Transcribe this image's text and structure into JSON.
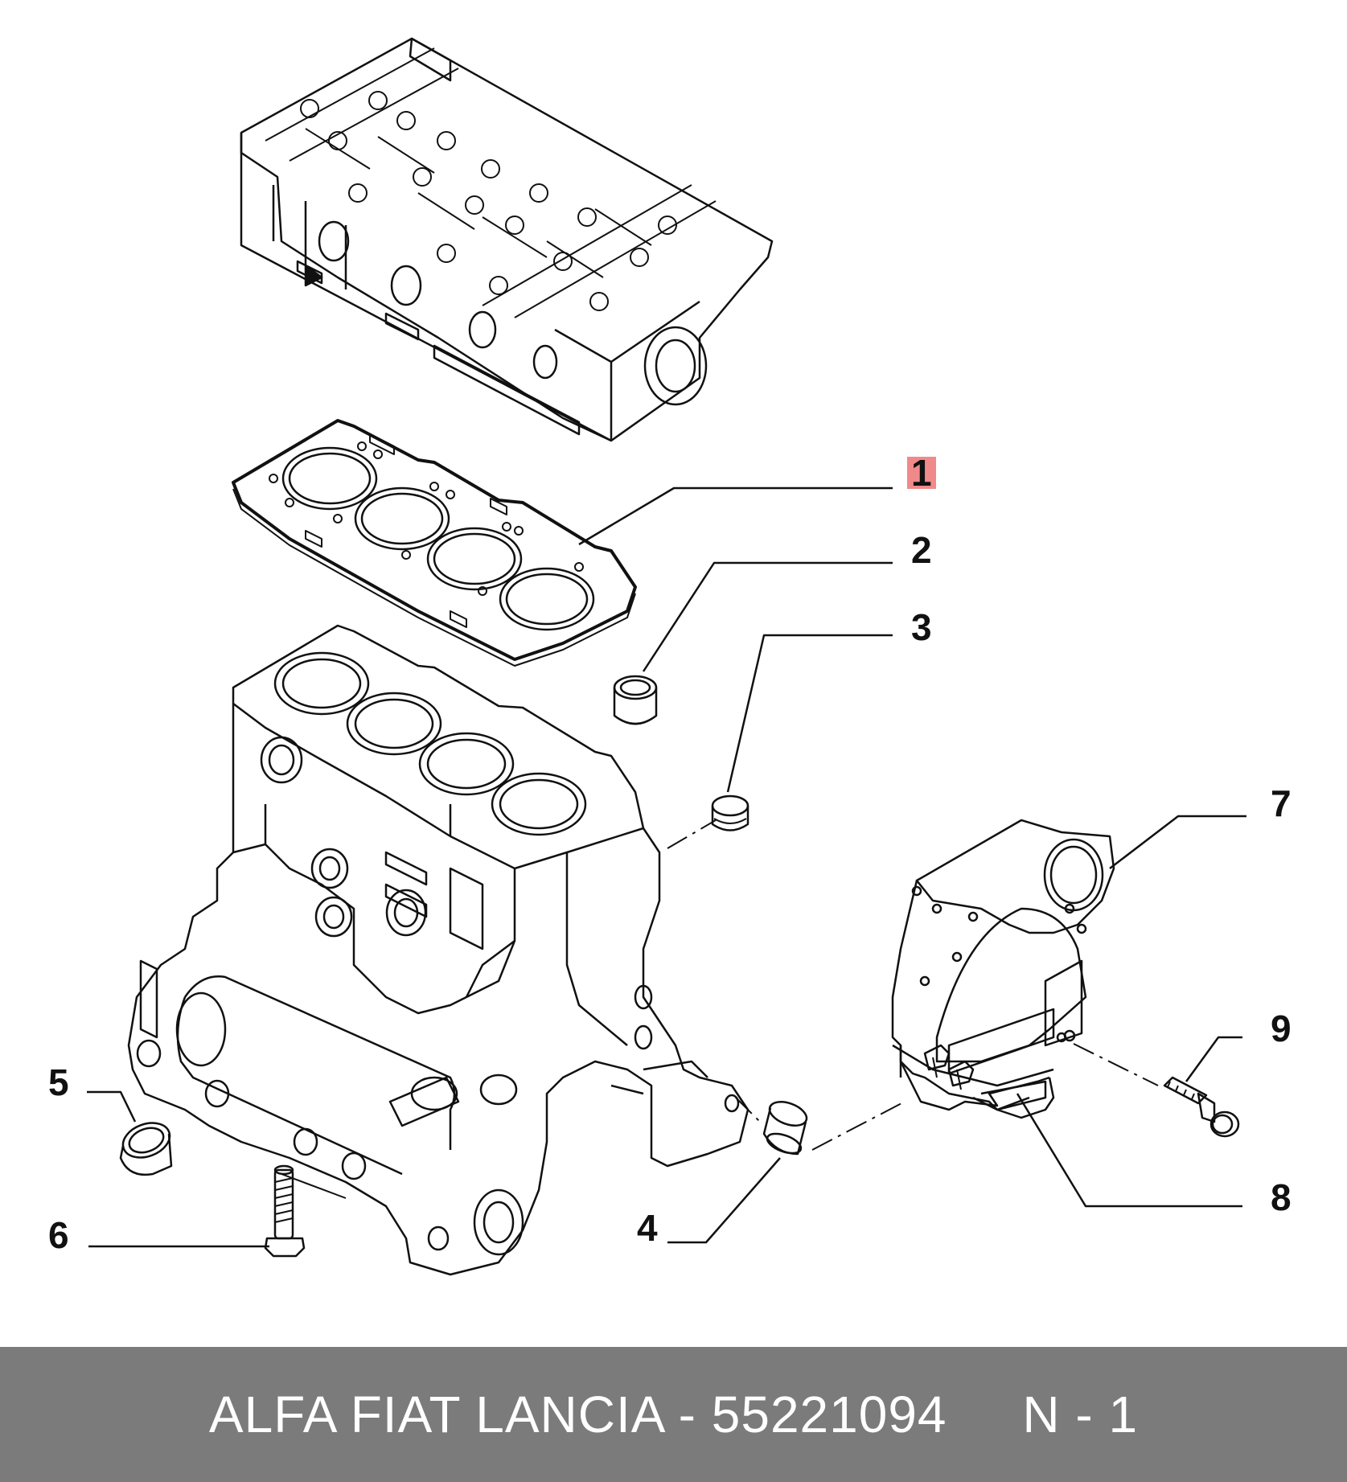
{
  "callouts": [
    {
      "id": "1",
      "label": "1",
      "highlighted": true
    },
    {
      "id": "2",
      "label": "2"
    },
    {
      "id": "3",
      "label": "3"
    },
    {
      "id": "4",
      "label": "4"
    },
    {
      "id": "5",
      "label": "5"
    },
    {
      "id": "6",
      "label": "6"
    },
    {
      "id": "7",
      "label": "7"
    },
    {
      "id": "8",
      "label": "8"
    },
    {
      "id": "9",
      "label": "9"
    }
  ],
  "footer": {
    "brand": "ALFA FIAT LANCIA",
    "separator": " - ",
    "part_number": "55221094",
    "position": "N - 1"
  },
  "colors": {
    "line": "#111111",
    "highlight": "#f08a8a",
    "footer_bg": "#7b7b7b",
    "footer_text": "#ffffff"
  }
}
